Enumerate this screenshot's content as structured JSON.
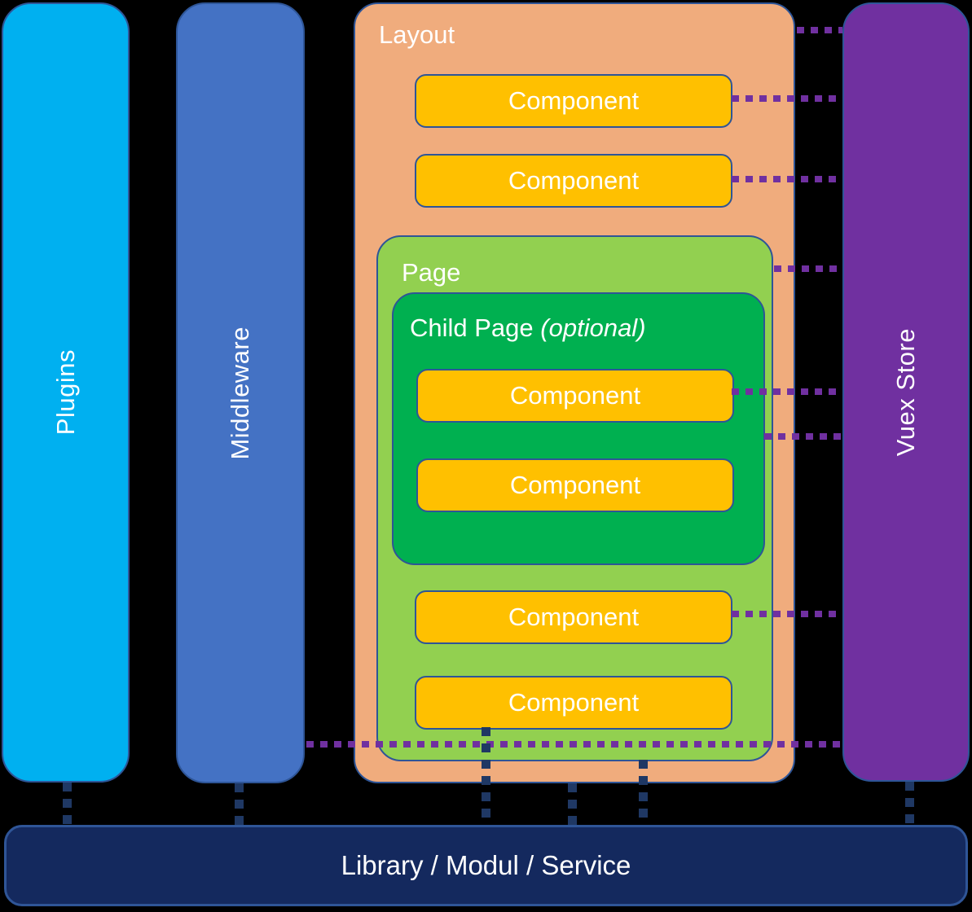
{
  "diagram": {
    "columns": {
      "plugins": {
        "label": "Plugins",
        "color": "#00B0F0"
      },
      "middleware": {
        "label": "Middleware",
        "color": "#4472C4"
      },
      "vuex_store": {
        "label": "Vuex Store",
        "color": "#7030A0"
      }
    },
    "layout": {
      "label": "Layout",
      "color": "#F0AC7D",
      "components": [
        {
          "label": "Component"
        },
        {
          "label": "Component"
        }
      ],
      "page": {
        "label": "Page",
        "color": "#92D050",
        "child_page": {
          "label": "Child Page",
          "suffix": "(optional)",
          "color": "#00B050",
          "components": [
            {
              "label": "Component"
            },
            {
              "label": "Component"
            }
          ]
        },
        "components": [
          {
            "label": "Component"
          },
          {
            "label": "Component"
          }
        ]
      }
    },
    "component_color": "#FFC000",
    "bottom_bar": {
      "label": "Library / Modul / Service",
      "color": "#14295E"
    },
    "connector_colors": {
      "store_links": "#7030A0",
      "library_links": "#1F3864"
    }
  }
}
